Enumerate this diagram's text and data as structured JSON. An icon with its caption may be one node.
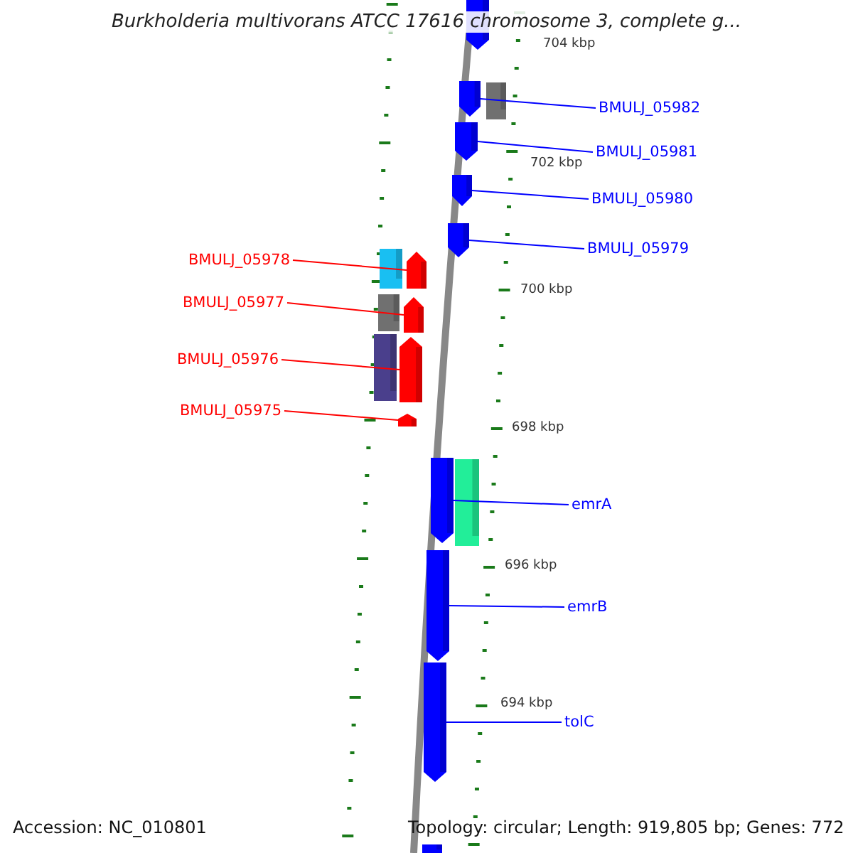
{
  "diagram": {
    "title": "Burkholderia multivorans ATCC 17616 chromosome 3, complete g...",
    "nodes": [
      {
        "text": [],
        "shape": "arrow"
      },
      {
        "text": [
          "BMULJ_05982"
        ]
      },
      {
        "text": [],
        "shape": "arrow"
      },
      {
        "text": [],
        "shape": "bar"
      },
      {
        "text": [
          "BMULJ_05981"
        ]
      },
      {
        "text": [],
        "shape": "arrow"
      },
      {
        "text": [
          "BMULJ_05980"
        ]
      },
      {
        "text": [],
        "shape": "arrow"
      },
      {
        "text": [
          "BMULJ_05979"
        ]
      },
      {
        "text": [],
        "shape": "arrow"
      },
      {
        "text": [
          "BMULJ_05978"
        ]
      },
      {
        "text": [],
        "shape": "bar"
      },
      {
        "text": [],
        "shape": "arrow"
      },
      {
        "text": [
          "BMULJ_05977"
        ]
      },
      {
        "text": [],
        "shape": "bar"
      },
      {
        "text": [],
        "shape": "arrow"
      },
      {
        "text": [
          "BMULJ_05976"
        ]
      },
      {
        "text": [],
        "shape": "bar"
      },
      {
        "text": [],
        "shape": "arrow"
      },
      {
        "text": [
          "BMULJ_05975"
        ]
      },
      {
        "text": [],
        "shape": "arrow"
      },
      {
        "text": [
          "emrA"
        ]
      },
      {
        "text": [],
        "shape": "arrow"
      },
      {
        "text": [],
        "shape": "bar"
      },
      {
        "text": [
          "emrB"
        ]
      },
      {
        "text": [],
        "shape": "arrow"
      },
      {
        "text": [
          "tolC"
        ]
      },
      {
        "text": [],
        "shape": "arrow"
      },
      {
        "text": [],
        "shape": "bar"
      }
    ],
    "edges": [
      {
        "from": 1,
        "to": 2,
        "arrow": "none"
      },
      {
        "from": 4,
        "to": 5,
        "arrow": "none"
      },
      {
        "from": 6,
        "to": 7,
        "arrow": "none"
      },
      {
        "from": 8,
        "to": 9,
        "arrow": "none"
      },
      {
        "from": 10,
        "to": 12,
        "arrow": "none",
        "color": "#ff0000"
      },
      {
        "from": 13,
        "to": 15,
        "arrow": "none",
        "color": "#ff0000"
      },
      {
        "from": 16,
        "to": 18,
        "arrow": "none",
        "color": "#ff0000"
      },
      {
        "from": 19,
        "to": 20,
        "arrow": "none",
        "color": "#ff0000"
      },
      {
        "from": 21,
        "to": 22,
        "arrow": "none"
      },
      {
        "from": 24,
        "to": 25,
        "arrow": "none"
      },
      {
        "from": 26,
        "to": 27,
        "arrow": "none"
      }
    ],
    "labels": [
      "704 kbp",
      "702 kbp",
      "700 kbp",
      "698 kbp",
      "696 kbp",
      "694 kbp",
      "Accession: NC_010801",
      "Topology: circular; Length: 919,805 bp; Genes: 772"
    ]
  }
}
